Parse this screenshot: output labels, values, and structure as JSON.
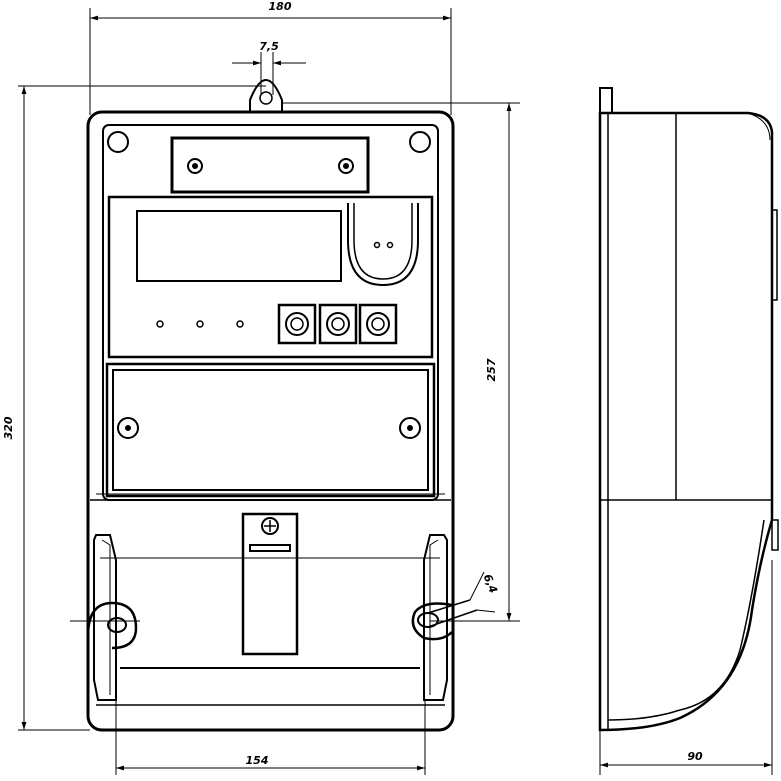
{
  "dimensions": {
    "width_top": "180",
    "mount_hole": "7,5",
    "height_total": "320",
    "height_mount": "257",
    "width_bottom": "154",
    "depth": "90",
    "slot": "6,4"
  }
}
